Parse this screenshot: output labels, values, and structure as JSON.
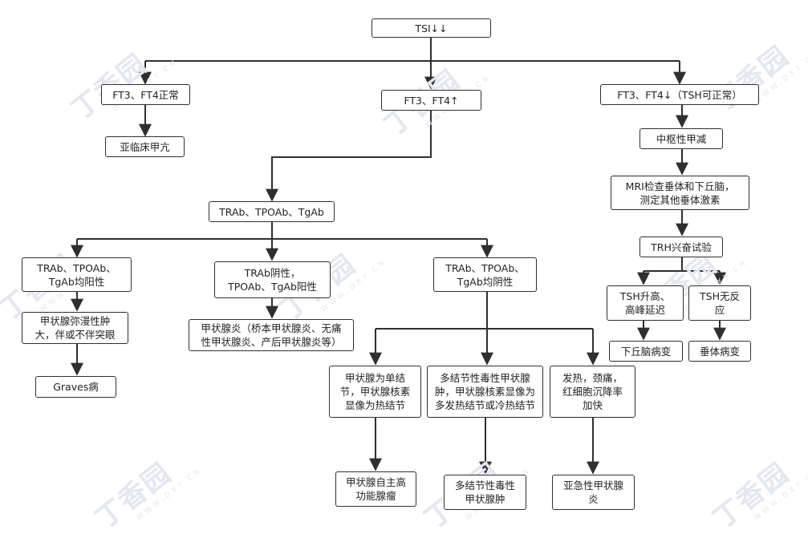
{
  "nodes": {
    "tsi": "TSI↓↓",
    "ft_normal": "FT3、FT4正常",
    "ft_up": "FT3、FT4↑",
    "ft_down": "FT3、FT4↓（TSH可正常）",
    "subclinical": "亚临床甲亢",
    "central_hypo": "中枢性甲减",
    "mri": "MRI检查垂体和下丘脑，\n测定其他垂体激素",
    "antibodies": "TRAb、TPOAb、TgAb",
    "trh": "TRH兴奋试验",
    "all_positive": "TRAb、TPOAb、\nTgAb均阳性",
    "trab_negative": "TRAb阴性，\nTPOAb、TgAb阳性",
    "all_negative": "TRAb、TPOAb、\nTgAb均阴性",
    "tsh_delayed": "TSH升高、\n高峰延迟",
    "tsh_noresponse": "TSH无反\n应",
    "diffuse_goiter": "甲状腺弥漫性肿\n大，伴或不伴突眼",
    "thyroiditis": "甲状腺炎（桥本甲状腺炎、无痛\n性甲状腺炎、产后甲状腺炎等）",
    "hypothalamic": "下丘脑病变",
    "pituitary": "垂体病变",
    "graves": "Graves病",
    "single_nodule": "甲状腺为单结\n节，甲状腺核素\n显像为热结节",
    "multi_nodule": "多结节性毒性甲状腺\n肿，甲状腺核素显像为\n多发热结节或冷热结节",
    "fever": "发热，颈痛，\n红细胞沉降率\n加快",
    "adenoma": "甲状腺自主高\n功能腺瘤",
    "toxic_goiter": "多结节性毒性\n甲状腺肿",
    "subacute": "亚急性甲状腺\n炎"
  },
  "watermark": {
    "brand": "丁香园",
    "domain": "WWW.DXY.CN"
  },
  "colors": {
    "line": "#2f2f2f",
    "watermark": "#e4e6f0"
  }
}
